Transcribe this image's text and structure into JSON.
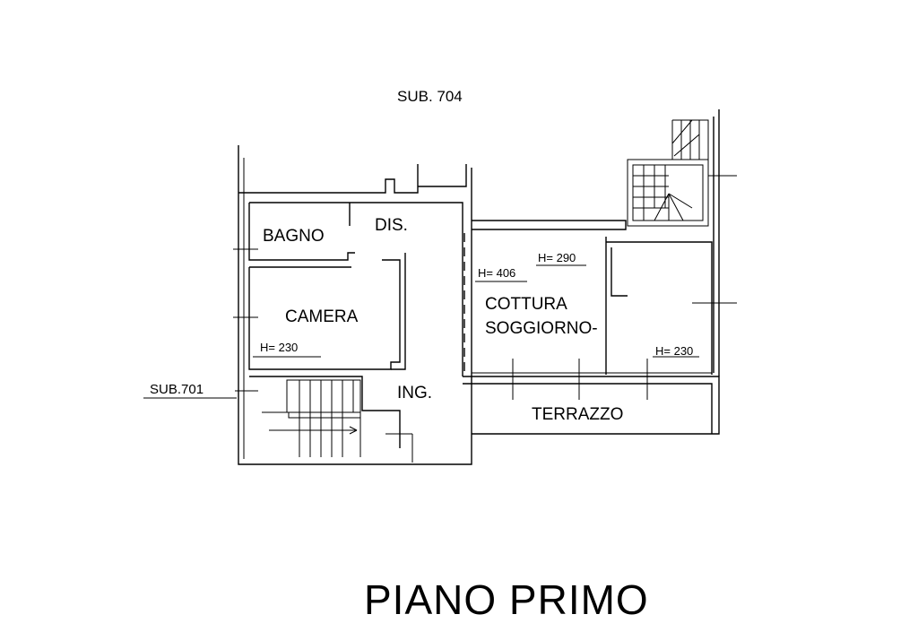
{
  "labels": {
    "sub_top": "SUB. 704",
    "sub_left": "SUB.701",
    "title": "PIANO PRIMO"
  },
  "rooms": {
    "bagno": "BAGNO",
    "dis": "DIS.",
    "camera": "CAMERA",
    "ing": "ING.",
    "cottura": "COTTURA",
    "soggiorno": "SOGGIORNO-",
    "terrazzo": "TERRAZZO"
  },
  "heights": {
    "camera": "H= 230",
    "soggiorno_a": "H= 406",
    "soggiorno_b": "H= 290",
    "right_room": "H= 230"
  }
}
